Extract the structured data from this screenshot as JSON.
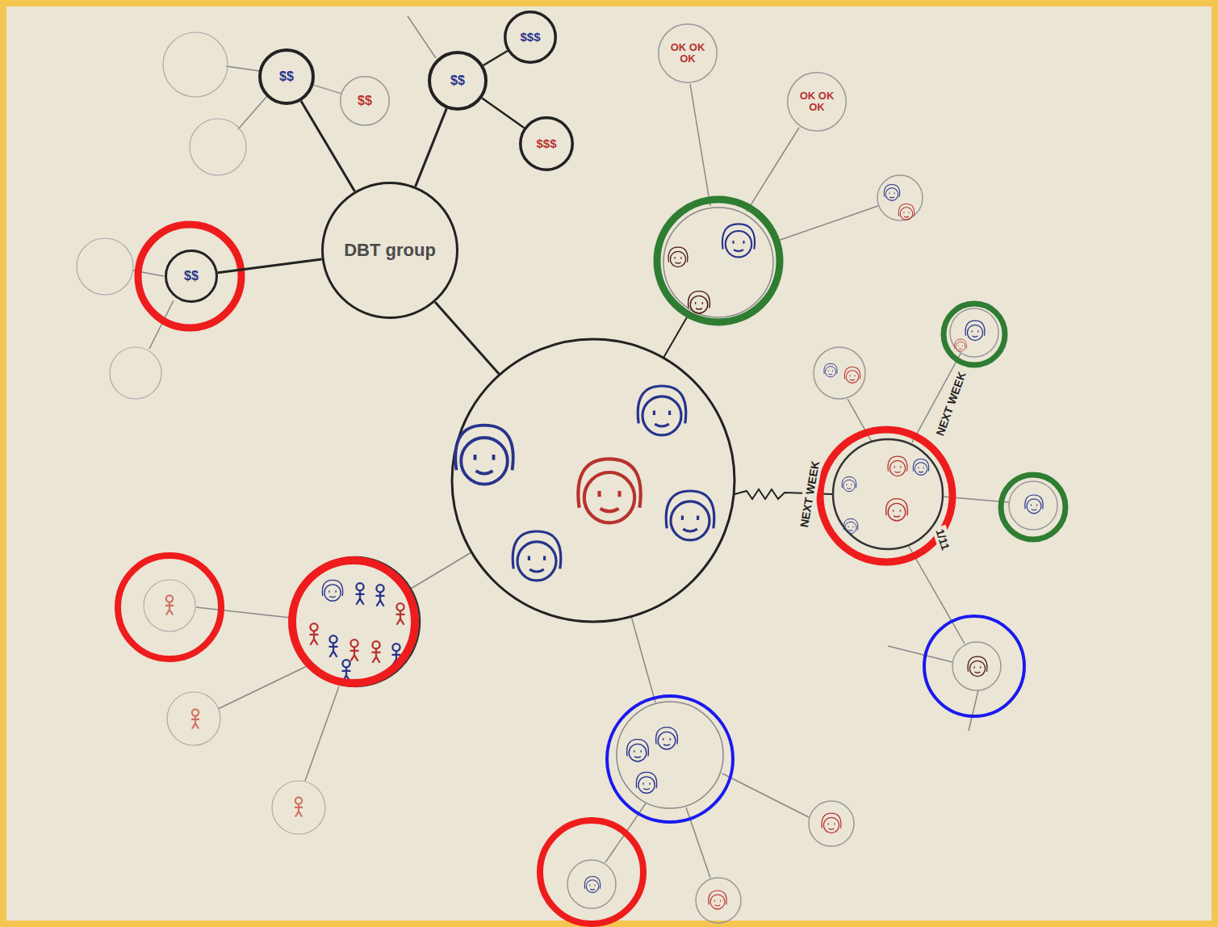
{
  "diagram": {
    "nodes": [
      {
        "text": [
          "DBT group"
        ]
      },
      {
        "text": [
          "$$"
        ]
      },
      {
        "text": [
          "$$"
        ]
      },
      {
        "text": [
          "$$"
        ]
      },
      {
        "text": [
          "$$$"
        ]
      },
      {
        "text": [
          "$$$"
        ]
      },
      {
        "text": [
          "$$"
        ]
      },
      {
        "text": [
          "OK OK OK"
        ]
      },
      {
        "text": [
          "OK OK OK"
        ]
      }
    ],
    "edges": [
      {
        "from": 0,
        "to": 1,
        "arrow": "none"
      },
      {
        "from": 0,
        "to": 3,
        "arrow": "none"
      },
      {
        "from": 0,
        "to": 6,
        "arrow": "none"
      },
      {
        "from": 1,
        "to": 2,
        "arrow": "none"
      },
      {
        "from": 3,
        "to": 4,
        "arrow": "none"
      },
      {
        "from": 3,
        "to": 5,
        "arrow": "none"
      }
    ],
    "labels": [
      "NEXT WEEK",
      "NEXT WEEK",
      "1/11"
    ]
  }
}
